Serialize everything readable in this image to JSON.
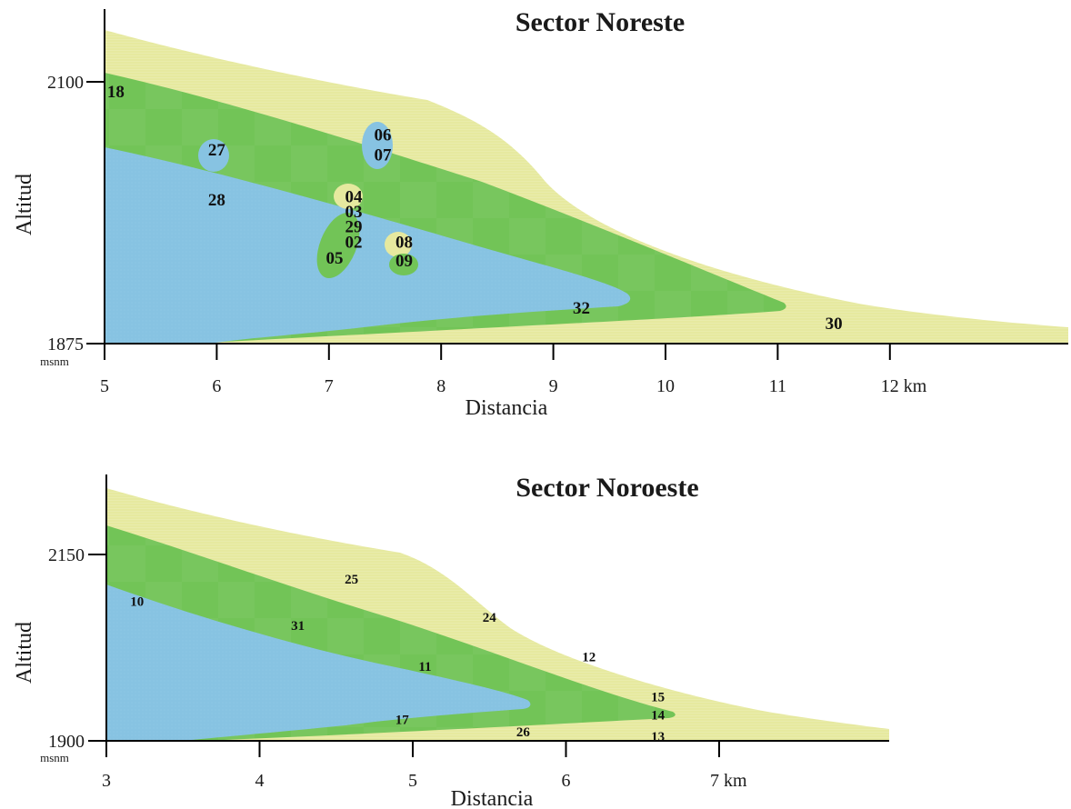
{
  "colors": {
    "upper_zone": "#e6e99f",
    "middle_zone": "#72c457",
    "lower_zone": "#87c3e2",
    "axis": "#000000"
  },
  "chart_data": [
    {
      "type": "area",
      "title": "Sector Noreste",
      "xlabel": "Distancia",
      "ylabel": "Altitud",
      "x_unit": "km",
      "y_unit": "msnm",
      "x_ticks": [
        "5",
        "6",
        "7",
        "8",
        "9",
        "10",
        "11",
        "12 km"
      ],
      "y_ticks": [
        {
          "value": 2100,
          "label": "2100"
        },
        {
          "value": 1875,
          "label": "1875"
        }
      ],
      "y_unit_label": "msnm",
      "sites": [
        {
          "label": "18",
          "x": 5.1,
          "y": 2090,
          "style": "big"
        },
        {
          "label": "27",
          "x": 6.0,
          "y": 2040,
          "style": "big"
        },
        {
          "label": "28",
          "x": 6.0,
          "y": 1997,
          "style": "big"
        },
        {
          "label": "06",
          "x": 7.48,
          "y": 2053,
          "style": "big"
        },
        {
          "label": "07",
          "x": 7.48,
          "y": 2036,
          "style": "big"
        },
        {
          "label": "04",
          "x": 7.22,
          "y": 2000,
          "style": "big"
        },
        {
          "label": "03",
          "x": 7.22,
          "y": 1987,
          "style": "big"
        },
        {
          "label": "29",
          "x": 7.22,
          "y": 1974,
          "style": "big"
        },
        {
          "label": "02",
          "x": 7.22,
          "y": 1961,
          "style": "big"
        },
        {
          "label": "05",
          "x": 7.05,
          "y": 1947,
          "style": "big"
        },
        {
          "label": "08",
          "x": 7.67,
          "y": 1961,
          "style": "big"
        },
        {
          "label": "09",
          "x": 7.67,
          "y": 1945,
          "style": "big"
        },
        {
          "label": "32",
          "x": 9.25,
          "y": 1904,
          "style": "big"
        },
        {
          "label": "30",
          "x": 11.5,
          "y": 1891,
          "style": "big"
        }
      ]
    },
    {
      "type": "area",
      "title": "Sector Noroeste",
      "xlabel": "Distancia",
      "ylabel": "Altitud",
      "x_unit": "km",
      "y_unit": "msnm",
      "x_ticks": [
        "3",
        "4",
        "5",
        "6",
        "7 km"
      ],
      "y_ticks": [
        {
          "value": 2150,
          "label": "2150"
        },
        {
          "value": 1900,
          "label": "1900"
        }
      ],
      "y_unit_label": "msnm",
      "sites": [
        {
          "label": "10",
          "x": 3.2,
          "y": 2085,
          "style": "small"
        },
        {
          "label": "25",
          "x": 4.6,
          "y": 2115,
          "style": "small"
        },
        {
          "label": "24",
          "x": 5.5,
          "y": 2064,
          "style": "small"
        },
        {
          "label": "31",
          "x": 4.25,
          "y": 2053,
          "style": "small"
        },
        {
          "label": "12",
          "x": 6.15,
          "y": 2011,
          "style": "small"
        },
        {
          "label": "11",
          "x": 5.08,
          "y": 1998,
          "style": "small"
        },
        {
          "label": "15",
          "x": 6.6,
          "y": 1957,
          "style": "small"
        },
        {
          "label": "14",
          "x": 6.6,
          "y": 1933,
          "style": "small"
        },
        {
          "label": "17",
          "x": 4.93,
          "y": 1927,
          "style": "small"
        },
        {
          "label": "26",
          "x": 5.72,
          "y": 1910,
          "style": "small"
        },
        {
          "label": "13",
          "x": 6.6,
          "y": 1904,
          "style": "small"
        }
      ]
    }
  ]
}
